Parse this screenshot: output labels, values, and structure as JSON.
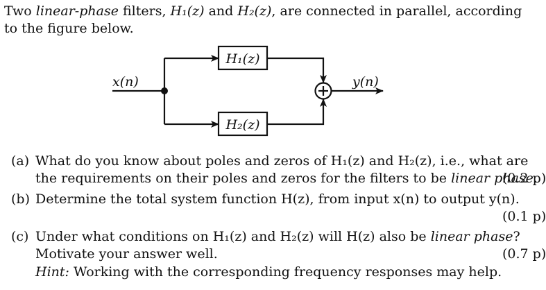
{
  "intro": {
    "p1": "Two ",
    "em1": "linear-phase",
    "p2": " filters, ",
    "h1": "H₁(z)",
    "p3": " and ",
    "h2": "H₂(z)",
    "p4": ", are connected in parallel, according",
    "p5": "to the figure below."
  },
  "diagram": {
    "input_label": "x(n)",
    "output_label": "y(n)",
    "block1_label": "H₁(z)",
    "block2_label": "H₂(z)",
    "adder_symbol": "+"
  },
  "questions": [
    {
      "label": "(a)",
      "line1": "What do you know about poles and zeros of H₁(z) and H₂(z), i.e., what are",
      "line2_pre": "the requirements on their poles and zeros for the filters to be ",
      "line2_em": "linear phase",
      "line2_post": ".",
      "points": "(0.2 p)"
    },
    {
      "label": "(b)",
      "line1": "Determine the total system function H(z), from input x(n) to output y(n).",
      "points": "(0.1 p)"
    },
    {
      "label": "(c)",
      "line1_pre": "Under what conditions on H₁(z) and H₂(z) will H(z) also be ",
      "line1_em": "linear phase",
      "line1_post": "?",
      "line2": "Motivate your answer well.",
      "hint_label": "Hint:",
      "hint_text": " Working with the corresponding frequency responses may help.",
      "points": "(0.7 p)"
    }
  ]
}
